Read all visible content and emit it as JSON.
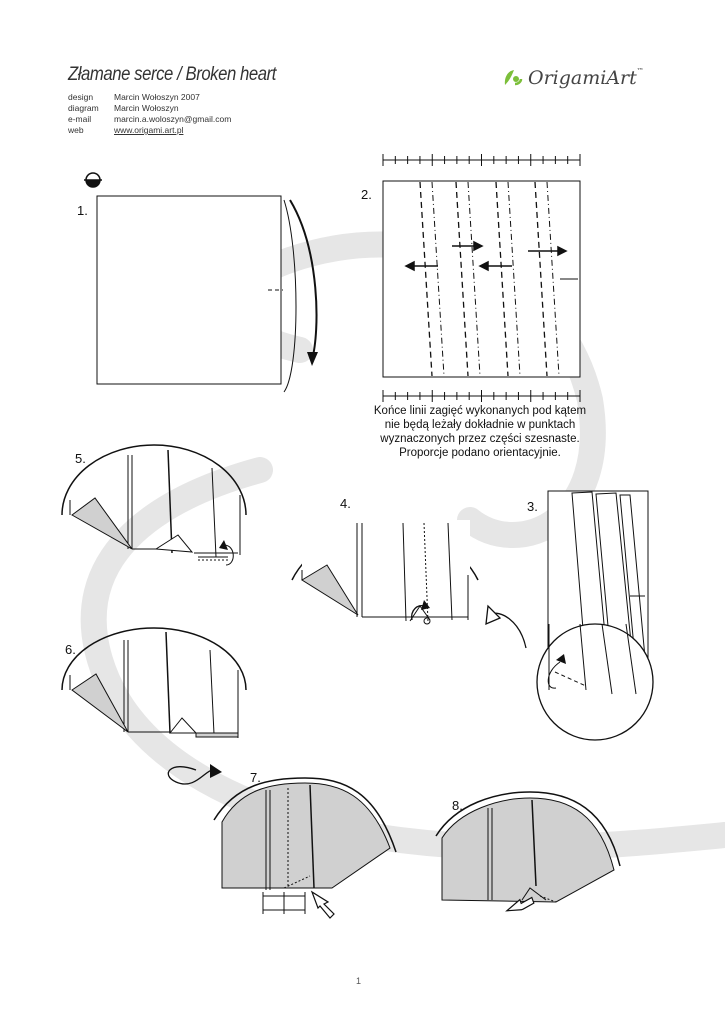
{
  "header": {
    "title": "Złamane serce / Broken heart",
    "meta": [
      {
        "key": "design",
        "value": "Marcin Wołoszyn 2007"
      },
      {
        "key": "diagram",
        "value": "Marcin Wołoszyn"
      },
      {
        "key": "e-mail",
        "value": "marcin.a.woloszyn@gmail.com"
      },
      {
        "key": "web",
        "value": "www.origami.art.pl"
      }
    ],
    "logo_text": "OrigamiArt",
    "logo_mark": "™"
  },
  "colors": {
    "paper_shade": "#d0d0d0",
    "background_heart": "#e6e6e6",
    "line": "#111111"
  },
  "steps": [
    {
      "label": "1."
    },
    {
      "label": "2."
    },
    {
      "label": "3."
    },
    {
      "label": "4."
    },
    {
      "label": "5."
    },
    {
      "label": "6."
    },
    {
      "label": "7."
    },
    {
      "label": "8."
    }
  ],
  "note": {
    "lines": [
      "Końce linii zagięć wykonanych pod kątem",
      "nie będą leżały dokładnie w punktach",
      "wyznaczonych przez części szesnaste.",
      "Proporcje podano orientacyjnie."
    ]
  },
  "icons": {
    "turn_over": "turn-over-icon",
    "fold_arrow": "curved-arrow-icon",
    "push_arrow": "push-arrow-icon"
  },
  "page_number": "1"
}
